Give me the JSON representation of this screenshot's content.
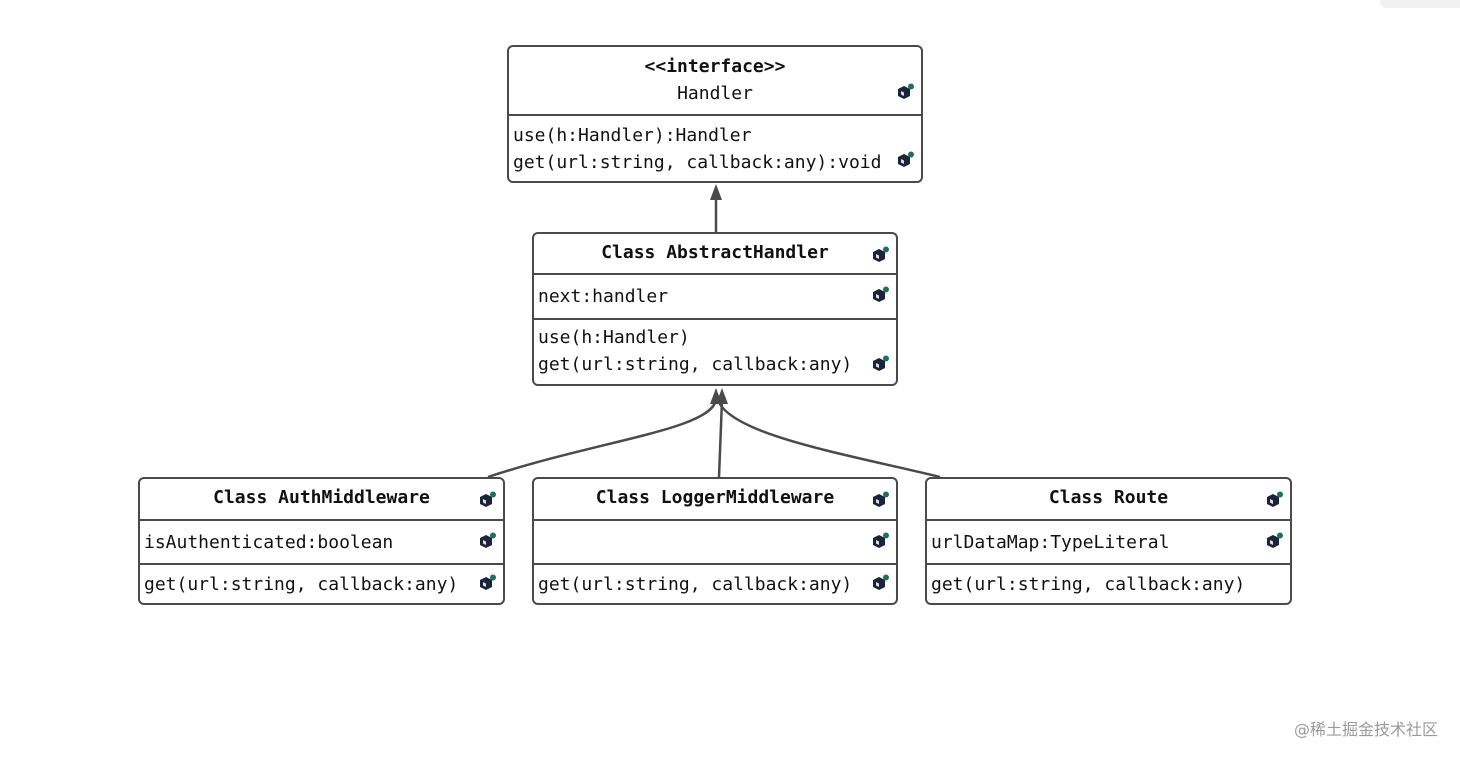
{
  "diagram": {
    "handler": {
      "stereotype": "<<interface>>",
      "name": "Handler",
      "methods": [
        "use(h:Handler):Handler",
        "get(url:string, callback:any):void"
      ]
    },
    "abstract_handler": {
      "title": "Class AbstractHandler",
      "fields": [
        "next:handler"
      ],
      "methods": [
        "use(h:Handler)",
        "get(url:string, callback:any)"
      ]
    },
    "auth_middleware": {
      "title": "Class AuthMiddleware",
      "fields": [
        "isAuthenticated:boolean"
      ],
      "methods": [
        "get(url:string, callback:any)"
      ]
    },
    "logger_middleware": {
      "title": "Class LoggerMiddleware",
      "fields": [],
      "methods": [
        "get(url:string, callback:any)"
      ]
    },
    "route": {
      "title": "Class Route",
      "fields": [
        "urlDataMap:TypeLiteral"
      ],
      "methods": [
        "get(url:string, callback:any)"
      ]
    },
    "edge_color": "#4a4a4a"
  },
  "icons": {
    "class_icon": "cube-icon",
    "icon_color": "#1b2438",
    "dot_color": "#1f6e5e"
  },
  "watermark": "@稀土掘金技术社区"
}
